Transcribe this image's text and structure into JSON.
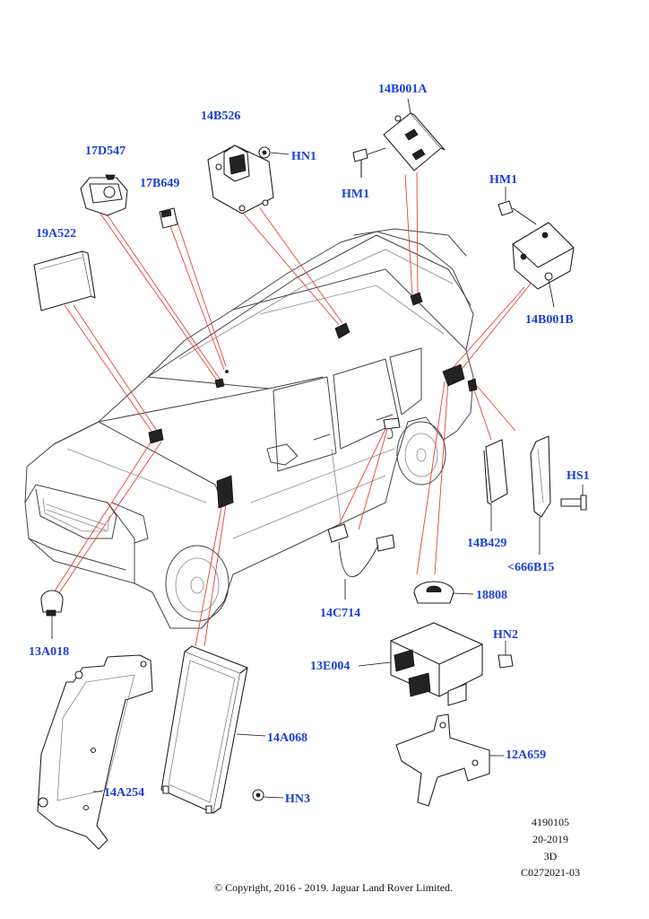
{
  "colors": {
    "callout": "#1a3fd6",
    "leader": "#e8413a",
    "outline": "#222222"
  },
  "callouts": {
    "p14B001A": "14B001A",
    "p14B526": "14B526",
    "pHN1": "HN1",
    "p17D547": "17D547",
    "pHM1a": "HM1",
    "p17B649": "17B649",
    "pHM1b": "HM1",
    "p19A522": "19A522",
    "p14B001B": "14B001B",
    "p13A018": "13A018",
    "p14B429": "14B429",
    "pHS1": "HS1",
    "p666B15": "<666B15",
    "p14C714": "14C714",
    "p18808": "18808",
    "pHN2": "HN2",
    "p13E004": "13E004",
    "p14A068": "14A068",
    "p12A659": "12A659",
    "p14A254": "14A254",
    "pHN3": "HN3"
  },
  "meta": {
    "ref": "4190105",
    "date": "20-2019",
    "view": "3D",
    "code": "C0272021-03"
  },
  "copyright": "© Copyright, 2016 - 2019. Jaguar Land Rover Limited."
}
